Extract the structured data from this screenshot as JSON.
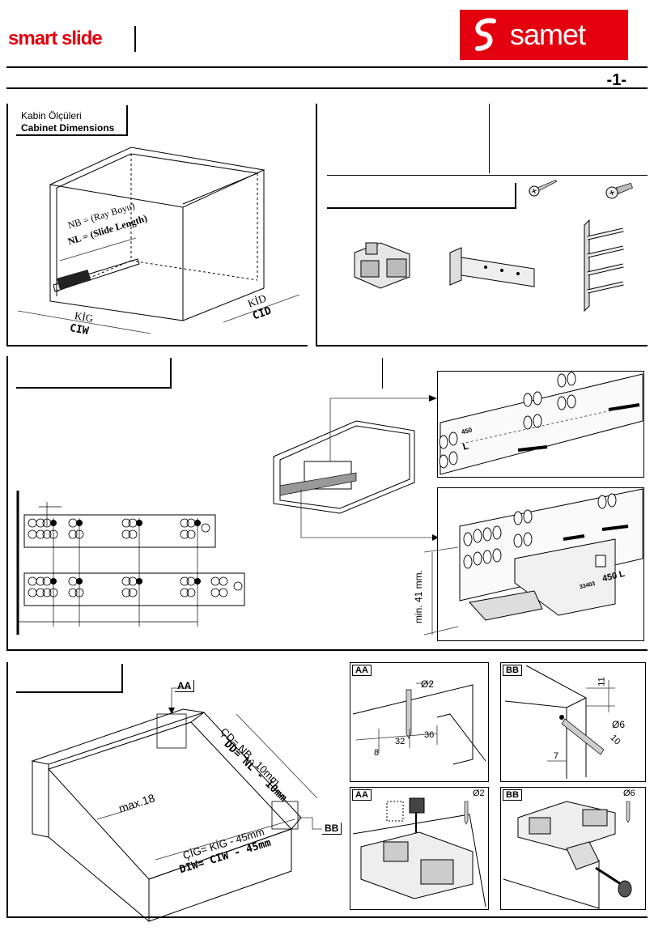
{
  "header": {
    "brand_left": "smart slide",
    "brand_right": "samet",
    "page_number": "-1-"
  },
  "cabinet": {
    "title_tr": "Kabin Ölçüleri",
    "title_en": "Cabinet Dimensions",
    "nb": "NB = (Ray Boyu)",
    "nl": "NL = (Slide Length)",
    "kig": "KİG",
    "ciw": "CIW",
    "kid": "KİD",
    "cid": "CID"
  },
  "mount": {
    "side_label": "min. 41 mm.",
    "slide_text_1": "450",
    "slide_text_2": "L",
    "slide_text_3": "450 L",
    "slide_text_4": "33403"
  },
  "drawer": {
    "aa": "AA",
    "bb": "BB",
    "max": "max.18",
    "cd": "ÇD= NB - 10mm",
    "dd": "DD= NL - 10mm",
    "cig": "ÇİG= KİG - 45mm",
    "diw": "DIW= CIW - 45mm"
  },
  "details": {
    "aa_label": "AA",
    "bb_label": "BB",
    "aa_phi": "Ø2",
    "aa_d1": "8",
    "aa_d2": "32",
    "aa_d3": "36",
    "bb_phi": "Ø6",
    "bb_d1": "11",
    "bb_d2": "10",
    "bb_d3": "7",
    "aa2_label": "AA",
    "aa2_phi": "Ø2",
    "bb2_label": "BB",
    "bb2_phi": "Ø6"
  },
  "colors": {
    "brand": "#e3000f"
  }
}
